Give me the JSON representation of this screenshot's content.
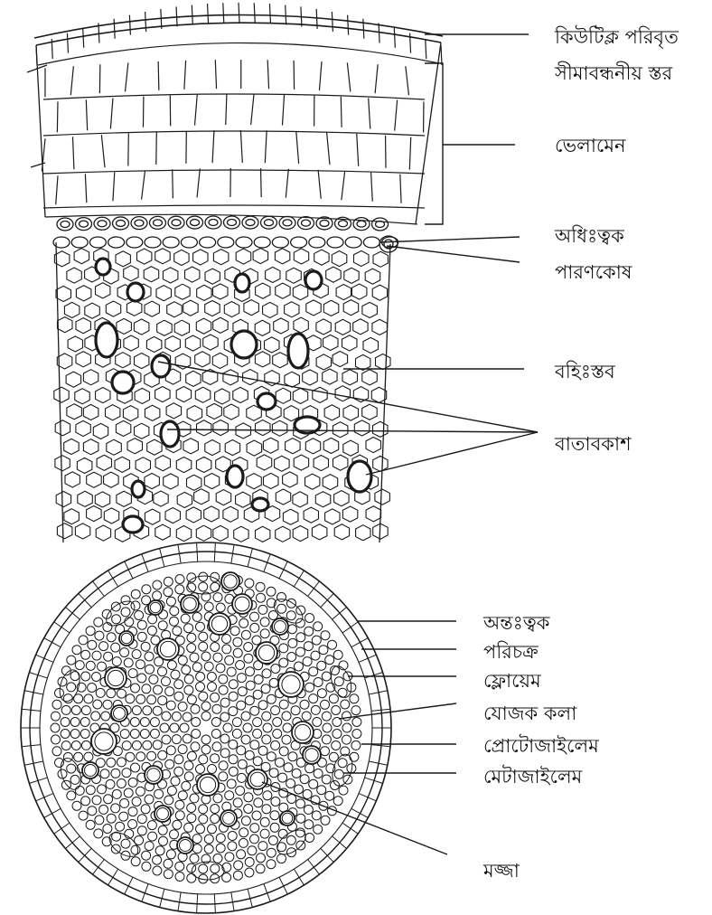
{
  "labels": {
    "cuticle_epidermis_line1": "কিউটিক্ল পরিবৃত",
    "cuticle_epidermis_line2": "সীমাবন্ধনীয় স্তর",
    "velamen": "ভেলামেন",
    "exodermis": "অধিঃত্বক",
    "passage_cell": "পারণকোষ",
    "cortex": "বহিঃস্তব",
    "air_spaces": "বাতাবকাশ",
    "endodermis": "অন্তঃত্বক",
    "pericycle": "পরিচক্র",
    "phloem": "ফ্লোয়েম",
    "conjunctive_tissue": "যোজক কলা",
    "protoxylem": "প্রোটোজাইলেম",
    "metaxylem": "মেটাজাইলেম",
    "pith": "মজ্জা"
  },
  "colors": {
    "line": "#1a1a1a",
    "fill": "#ffffff"
  }
}
